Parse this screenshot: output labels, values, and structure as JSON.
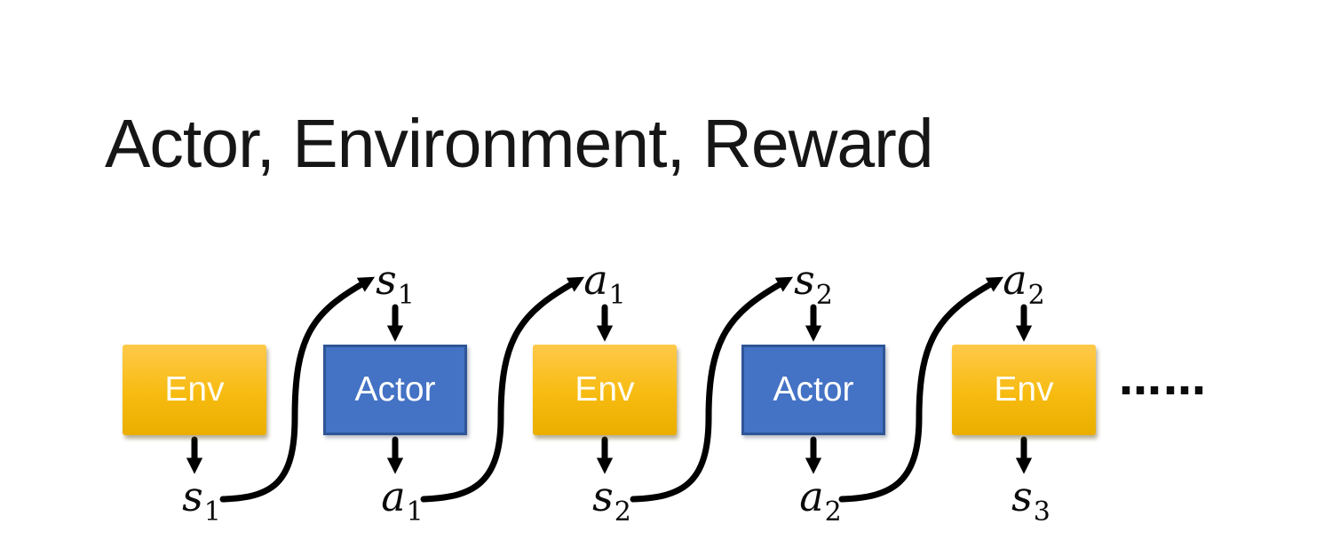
{
  "title": "Actor, Environment, Reward",
  "diagram": {
    "nodes": [
      {
        "id": "env-1",
        "label": "Env",
        "type": "env"
      },
      {
        "id": "actor-1",
        "label": "Actor",
        "type": "actor"
      },
      {
        "id": "env-2",
        "label": "Env",
        "type": "env"
      },
      {
        "id": "actor-2",
        "label": "Actor",
        "type": "actor"
      },
      {
        "id": "env-3",
        "label": "Env",
        "type": "env"
      }
    ],
    "top_labels": [
      {
        "base": "s",
        "sub": "1"
      },
      {
        "base": "a",
        "sub": "1"
      },
      {
        "base": "s",
        "sub": "2"
      },
      {
        "base": "a",
        "sub": "2"
      }
    ],
    "bottom_labels": [
      {
        "base": "s",
        "sub": "1"
      },
      {
        "base": "a",
        "sub": "1"
      },
      {
        "base": "s",
        "sub": "2"
      },
      {
        "base": "a",
        "sub": "2"
      },
      {
        "base": "s",
        "sub": "3"
      }
    ],
    "edges": [
      {
        "from": "env-1",
        "emits": "s1",
        "feeds": "actor-1"
      },
      {
        "from": "actor-1",
        "emits": "a1",
        "feeds": "env-2"
      },
      {
        "from": "env-2",
        "emits": "s2",
        "feeds": "actor-2"
      },
      {
        "from": "actor-2",
        "emits": "a2",
        "feeds": "env-3"
      },
      {
        "from": "env-3",
        "emits": "s3",
        "feeds": null
      }
    ],
    "ellipsis": "……",
    "colors": {
      "env_gradient_top": "#FFC94A",
      "env_gradient_bottom": "#EAAE00",
      "actor_fill": "#4472C4",
      "actor_border": "#2F5597",
      "arrow": "#000000",
      "box_text": "#FFFFFF",
      "title_text": "#161616"
    }
  }
}
